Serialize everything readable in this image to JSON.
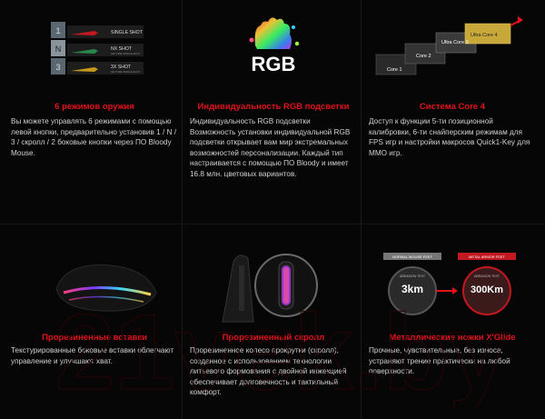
{
  "features": [
    {
      "title": "6 режимов оружия",
      "text": "Вы можете управлять 6 режимами с помощью левой кнопки, предварительно установив 1 / N / 3 / скролл / 2 боковые кнопки через ПО Bloody Mouse.",
      "illustration": {
        "icon": "weapon-modes-icon",
        "modes": [
          "SINGLE SHOT",
          "NX SHOT",
          "3X SHOT"
        ],
        "mode_sub": "SET FIRE SINGLE SHOT",
        "keys": [
          "1",
          "N",
          "3"
        ]
      }
    },
    {
      "title": "Индивидуальность RGB подсветки",
      "text": "Индивидуальность RGB подсветки Возможность установки индивидуальной RGB подсветки открывает вам мир экстремальных возможностей персонализации. Каждый тип настраивается с помощью ПО Bloody и имеет 16.8 млн. цветовых вариантов.",
      "illustration": {
        "icon": "rgb-hand-icon",
        "label": "RGB"
      }
    },
    {
      "title": "Система Core 4",
      "text": "Доступ к функции 5-ти позиционной калибровки, 6-ти снайперским режимам для FPS игр и настройки макросов Quick1-Key для MMO игр.",
      "illustration": {
        "icon": "core-chips-icon",
        "chips": [
          "Core 1",
          "Core 2",
          "Ultra Core 3",
          "Ultra Core 4"
        ]
      }
    },
    {
      "title": "Прорезиненные вставки",
      "text": "Текстурированные боковые вставки облегчают управление и улучшают хват.",
      "illustration": {
        "icon": "mouse-side-icon"
      }
    },
    {
      "title": "Прорезиненный скролл",
      "text": "Прорезиненное колесо прокрутки (скролл), созданное с использованием технологии литьевого формования с двойной инжекцией обеспечивает долговечность и тактильный комфорт.",
      "illustration": {
        "icon": "scroll-wheel-icon"
      }
    },
    {
      "title": "Металлические ножки X'Glide",
      "text": "Прочные, чувствительные, без износа, устраняют трение практически на любой поверхности.",
      "illustration": {
        "icon": "xglide-feet-icon",
        "left_label": "NORMAL MOUSE FEET",
        "left_value": "3km",
        "right_label": "METAL ARMOR FEET",
        "right_value": "300Km",
        "left_sub": "ABRASION TEST",
        "right_sub": "ABRASION TEST"
      }
    }
  ],
  "watermark": "21vek.by",
  "colors": {
    "accent": "#e3121b",
    "text": "#d0d0d0",
    "background": "#060606"
  }
}
